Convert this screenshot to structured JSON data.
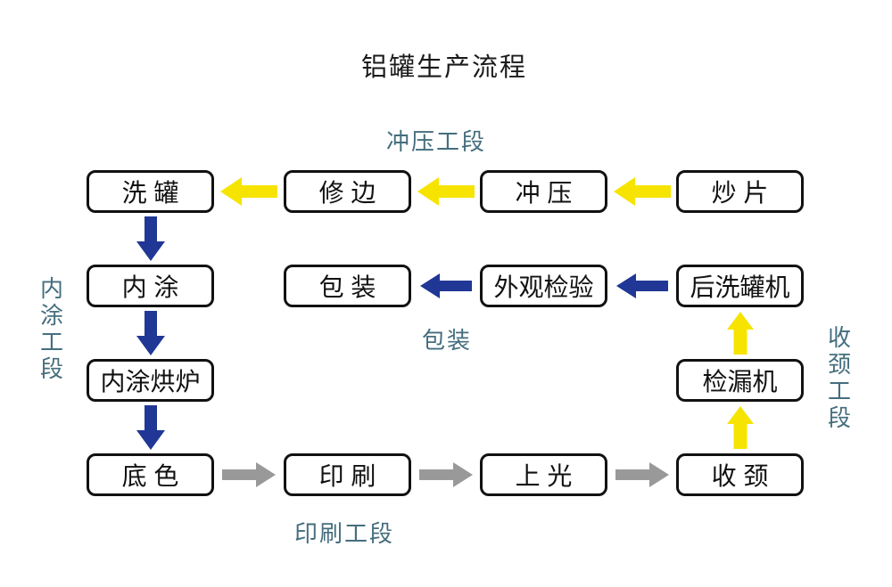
{
  "title": "铝罐生产流程",
  "section_labels": {
    "stamping": "冲压工段",
    "inner_coating": "内涂工段",
    "packing": "包装",
    "printing": "印刷工段",
    "necking": "收颈工段"
  },
  "colors": {
    "yellow": "#F6E400",
    "blue": "#203795",
    "gray": "#999999",
    "label_teal": "#456E7E",
    "box_border": "#111111",
    "title_text": "#1A1A1A",
    "background": "#FFFFFF"
  },
  "nodes": [
    {
      "id": "wash-can",
      "label": "洗 罐",
      "row": 0,
      "col": 0
    },
    {
      "id": "trim-edge",
      "label": "修 边",
      "row": 0,
      "col": 1
    },
    {
      "id": "stamping",
      "label": "冲 压",
      "row": 0,
      "col": 2
    },
    {
      "id": "fry-sheet",
      "label": "炒 片",
      "row": 0,
      "col": 3
    },
    {
      "id": "inner-coat",
      "label": "内 涂",
      "row": 1,
      "col": 0
    },
    {
      "id": "packing",
      "label": "包 装",
      "row": 1,
      "col": 1
    },
    {
      "id": "visual-inspect",
      "label": "外观检验",
      "row": 1,
      "col": 2
    },
    {
      "id": "post-wash",
      "label": "后洗罐机",
      "row": 1,
      "col": 3
    },
    {
      "id": "coat-oven",
      "label": "内涂烘炉",
      "row": 2,
      "col": 0
    },
    {
      "id": "leak-test",
      "label": "检漏机",
      "row": 2,
      "col": 3
    },
    {
      "id": "base-coat",
      "label": "底 色",
      "row": 3,
      "col": 0
    },
    {
      "id": "printing",
      "label": "印 刷",
      "row": 3,
      "col": 1
    },
    {
      "id": "varnish",
      "label": "上 光",
      "row": 3,
      "col": 2
    },
    {
      "id": "necking",
      "label": "收 颈",
      "row": 3,
      "col": 3
    }
  ],
  "arrows": [
    {
      "color": "yellow",
      "from": [
        0,
        1
      ],
      "to": [
        0,
        0
      ]
    },
    {
      "color": "yellow",
      "from": [
        0,
        2
      ],
      "to": [
        0,
        1
      ]
    },
    {
      "color": "yellow",
      "from": [
        0,
        3
      ],
      "to": [
        0,
        2
      ]
    },
    {
      "color": "blue",
      "from": [
        0,
        0
      ],
      "to": [
        1,
        0
      ]
    },
    {
      "color": "blue",
      "from": [
        1,
        0
      ],
      "to": [
        2,
        0
      ]
    },
    {
      "color": "blue",
      "from": [
        2,
        0
      ],
      "to": [
        3,
        0
      ]
    },
    {
      "color": "blue",
      "from": [
        1,
        2
      ],
      "to": [
        1,
        1
      ]
    },
    {
      "color": "blue",
      "from": [
        1,
        3
      ],
      "to": [
        1,
        2
      ]
    },
    {
      "color": "gray",
      "from": [
        3,
        0
      ],
      "to": [
        3,
        1
      ]
    },
    {
      "color": "gray",
      "from": [
        3,
        1
      ],
      "to": [
        3,
        2
      ]
    },
    {
      "color": "gray",
      "from": [
        3,
        2
      ],
      "to": [
        3,
        3
      ]
    },
    {
      "color": "yellow",
      "from": [
        3,
        3
      ],
      "to": [
        2,
        3
      ]
    },
    {
      "color": "yellow",
      "from": [
        2,
        3
      ],
      "to": [
        1,
        3
      ]
    }
  ]
}
